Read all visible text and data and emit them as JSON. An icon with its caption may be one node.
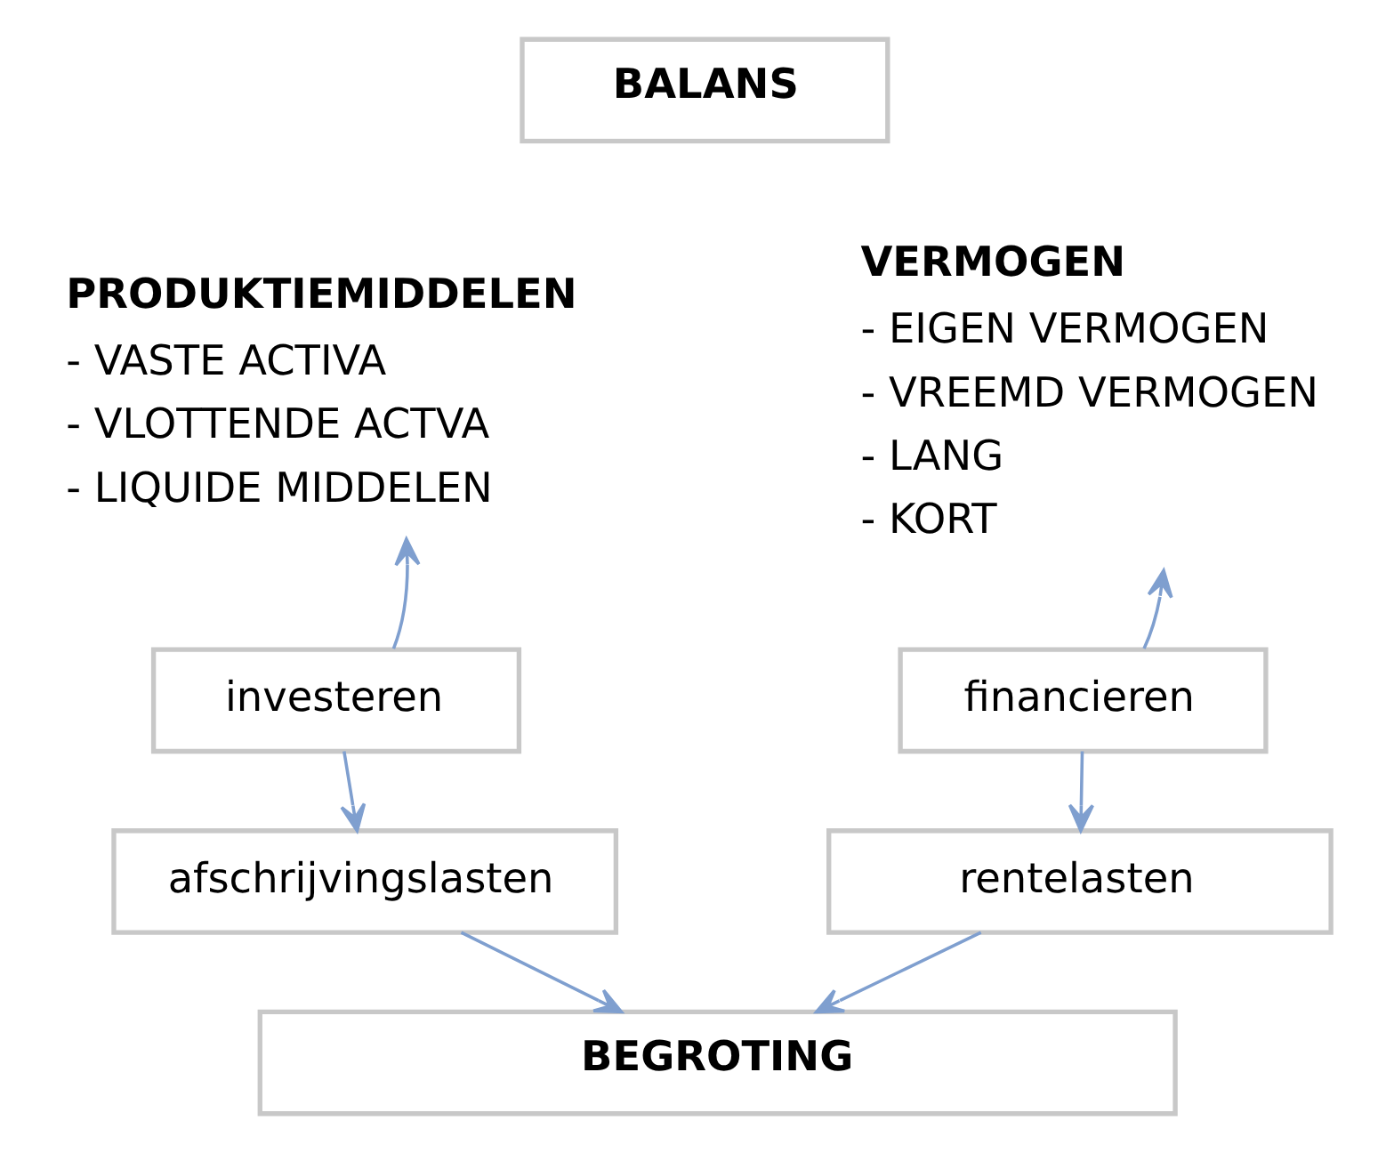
{
  "diagram": {
    "nodes": [
      {
        "text": [
          "BALANS"
        ]
      },
      {
        "text": [
          "PRODUKTIEMIDDELEN",
          "- VASTE ACTIVA",
          "- VLOTTENDE ACTVA",
          "- LIQUIDE MIDDELEN"
        ]
      },
      {
        "text": [
          "VERMOGEN",
          "- EIGEN VERMOGEN",
          "- VREEMD VERMOGEN",
          "- LANG",
          "- KORT"
        ]
      },
      {
        "text": [
          "investeren"
        ]
      },
      {
        "text": [
          "afschrijvingslasten"
        ]
      },
      {
        "text": [
          "financieren"
        ]
      },
      {
        "text": [
          "rentelasten"
        ]
      },
      {
        "text": [
          "BEGROTING"
        ]
      }
    ],
    "edges": [
      {
        "from": 3,
        "to": 1,
        "arrow": "to"
      },
      {
        "from": 3,
        "to": 4,
        "arrow": "to"
      },
      {
        "from": 4,
        "to": 7,
        "arrow": "to"
      },
      {
        "from": 5,
        "to": 2,
        "arrow": "to"
      },
      {
        "from": 5,
        "to": 6,
        "arrow": "to"
      },
      {
        "from": 6,
        "to": 7,
        "arrow": "to"
      }
    ]
  }
}
